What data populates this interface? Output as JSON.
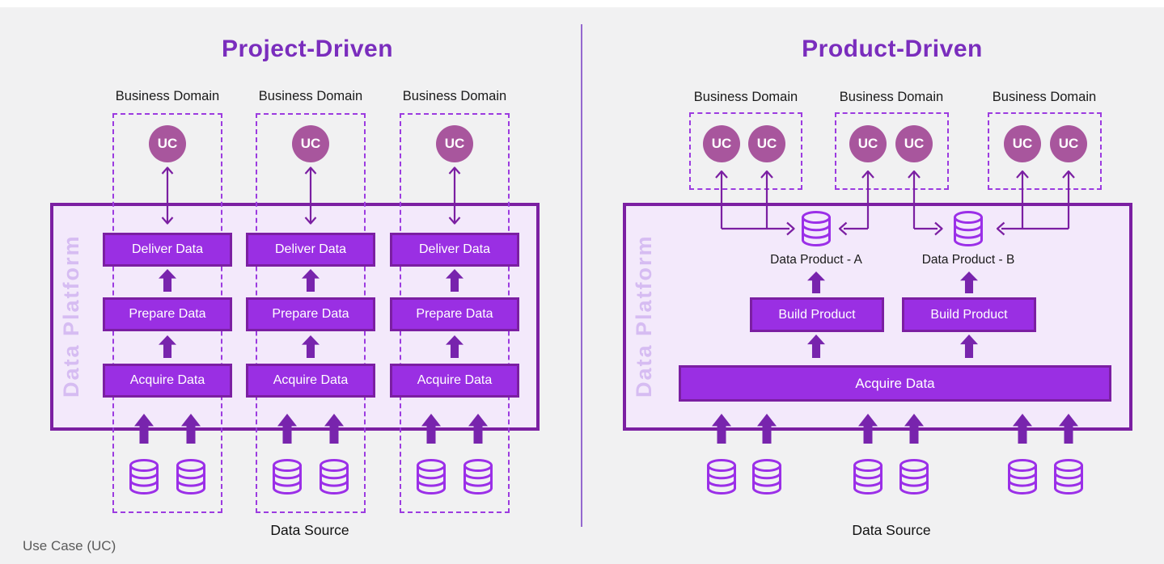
{
  "titles": {
    "left": "Project-Driven",
    "right": "Product-Driven"
  },
  "labels": {
    "business_domain": "Business Domain",
    "uc": "UC",
    "data_platform": "Data Platform",
    "data_source": "Data Source",
    "use_case_legend": "Use Case (UC)"
  },
  "left_panel": {
    "stages": {
      "deliver": "Deliver Data",
      "prepare": "Prepare Data",
      "acquire": "Acquire Data"
    }
  },
  "right_panel": {
    "build": "Build Product",
    "acquire": "Acquire Data",
    "product_a": "Data Product - A",
    "product_b": "Data Product - B"
  },
  "colors": {
    "background": "#f1f1f2",
    "divider": "#9468cf",
    "title": "#7a2dbd",
    "dashed_border": "#9c3be0",
    "platform_border": "#7b1fa2",
    "platform_fill": "#f3e9fb",
    "platform_label": "#d6bcf2",
    "stage_fill": "#9a2fe3",
    "stage_border": "#7b1fa2",
    "block_arrow": "#7824ad",
    "line": "#7b1fa2",
    "uc_fill": "#a8569d",
    "cylinder": "#9b2fe8",
    "text_dark": "#1a1a1a",
    "legend_text": "#5a5a5a"
  }
}
